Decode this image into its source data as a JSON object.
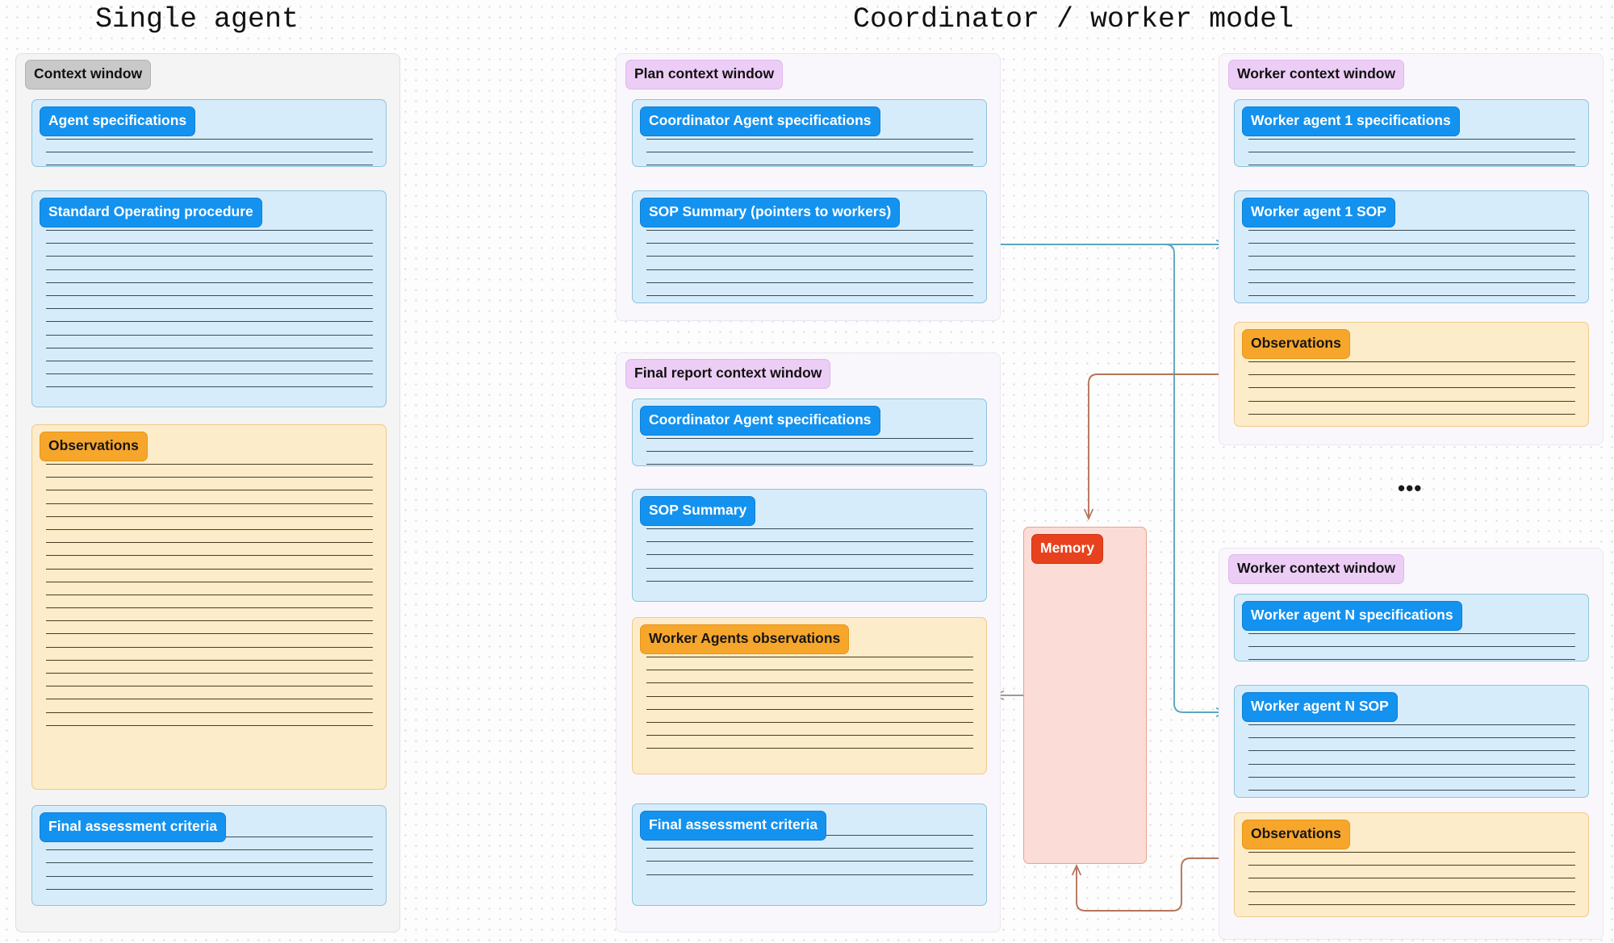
{
  "titles": {
    "left": "Single agent",
    "right": "Coordinator / worker model"
  },
  "colors": {
    "canvas": "#fdfdfd",
    "dot_grid": "#d9d9d9",
    "panel_grey_fill": "#f4f4f4",
    "panel_lavender_fill": "#faf7fc",
    "chip_grey": "#c9c9c9",
    "chip_lavender": "#eccdf5",
    "card_blue_fill": "#d7ecfb",
    "card_blue_border": "#8dc3d8",
    "card_cream_fill": "#fdecc9",
    "card_cream_border": "#f0c98a",
    "card_pink_fill": "#fbdcd6",
    "card_pink_border": "#eda091",
    "pill_blue": "#1492ef",
    "pill_orange": "#f7a62c",
    "pill_red": "#e8411d",
    "edge_blue": "#5aa6bd",
    "edge_brown": "#b5755c",
    "edge_grey": "#9a9a9a"
  },
  "single_agent": {
    "panel_label": "Context window",
    "cards": [
      {
        "label": "Agent specifications",
        "style": "blue",
        "lines": 3
      },
      {
        "label": "Standard Operating procedure",
        "style": "blue",
        "lines": 13
      },
      {
        "label": "Observations",
        "style": "cream",
        "lines": 21
      },
      {
        "label": "Final assessment criteria",
        "style": "blue",
        "lines": 5
      }
    ]
  },
  "plan_window": {
    "panel_label": "Plan context window",
    "cards": [
      {
        "label": "Coordinator Agent specifications",
        "style": "blue",
        "lines": 3
      },
      {
        "label": "SOP Summary (pointers to workers)",
        "style": "blue",
        "lines": 6
      }
    ]
  },
  "final_report_window": {
    "panel_label": "Final report context window",
    "cards": [
      {
        "label": "Coordinator Agent specifications",
        "style": "blue",
        "lines": 3
      },
      {
        "label": "SOP Summary",
        "style": "blue",
        "lines": 5
      },
      {
        "label": "Worker Agents observations",
        "style": "cream",
        "lines": 8
      },
      {
        "label": "Final assessment criteria",
        "style": "blue",
        "lines": 4
      }
    ]
  },
  "memory": {
    "label": "Memory"
  },
  "worker_1": {
    "panel_label": "Worker context window",
    "cards": [
      {
        "label": "Worker agent 1 specifications",
        "style": "blue",
        "lines": 3
      },
      {
        "label": "Worker agent 1 SOP",
        "style": "blue",
        "lines": 6
      },
      {
        "label": "Observations",
        "style": "cream",
        "lines": 5
      }
    ]
  },
  "worker_n": {
    "panel_label": "Worker context window",
    "cards": [
      {
        "label": "Worker agent N specifications",
        "style": "blue",
        "lines": 3
      },
      {
        "label": "Worker agent N SOP",
        "style": "blue",
        "lines": 6
      },
      {
        "label": "Observations",
        "style": "cream",
        "lines": 5
      }
    ]
  },
  "ellipsis": "•••"
}
